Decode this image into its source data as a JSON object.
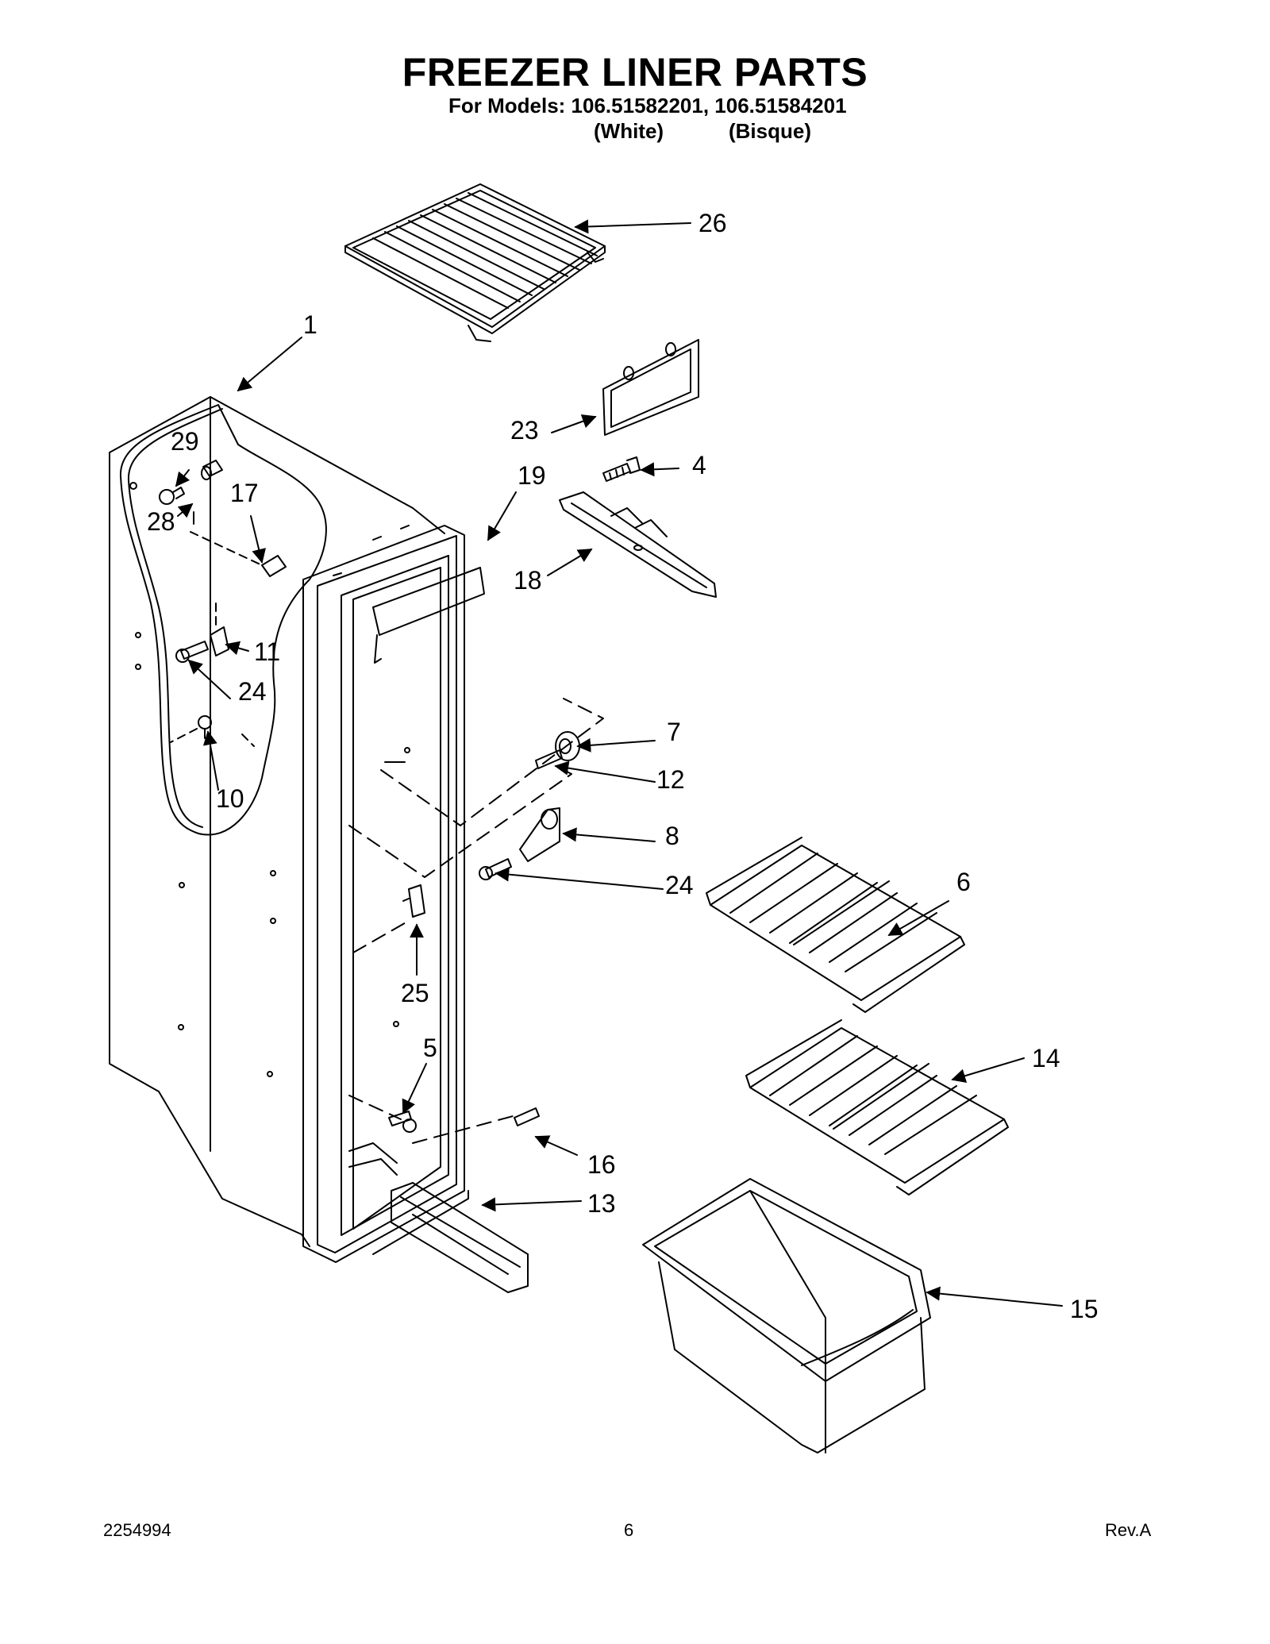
{
  "header": {
    "title": "FREEZER LINER PARTS",
    "models_line": "For Models: 106.51582201, 106.51584201",
    "color_white": "(White)",
    "color_bisque": "(Bisque)"
  },
  "callouts": [
    {
      "id": "c26",
      "text": "26"
    },
    {
      "id": "c1",
      "text": "1"
    },
    {
      "id": "c23",
      "text": "23"
    },
    {
      "id": "c4",
      "text": "4"
    },
    {
      "id": "c29",
      "text": "29"
    },
    {
      "id": "c19",
      "text": "19"
    },
    {
      "id": "c17",
      "text": "17"
    },
    {
      "id": "c28",
      "text": "28"
    },
    {
      "id": "c18",
      "text": "18"
    },
    {
      "id": "c11",
      "text": "11"
    },
    {
      "id": "c24a",
      "text": "24"
    },
    {
      "id": "c7",
      "text": "7"
    },
    {
      "id": "c12",
      "text": "12"
    },
    {
      "id": "c10",
      "text": "10"
    },
    {
      "id": "c8",
      "text": "8"
    },
    {
      "id": "c24b",
      "text": "24"
    },
    {
      "id": "c6",
      "text": "6"
    },
    {
      "id": "c25",
      "text": "25"
    },
    {
      "id": "c5",
      "text": "5"
    },
    {
      "id": "c14",
      "text": "14"
    },
    {
      "id": "c16",
      "text": "16"
    },
    {
      "id": "c13",
      "text": "13"
    },
    {
      "id": "c15",
      "text": "15"
    }
  ],
  "footer": {
    "doc_number": "2254994",
    "page_number": "6",
    "revision": "Rev.A"
  }
}
